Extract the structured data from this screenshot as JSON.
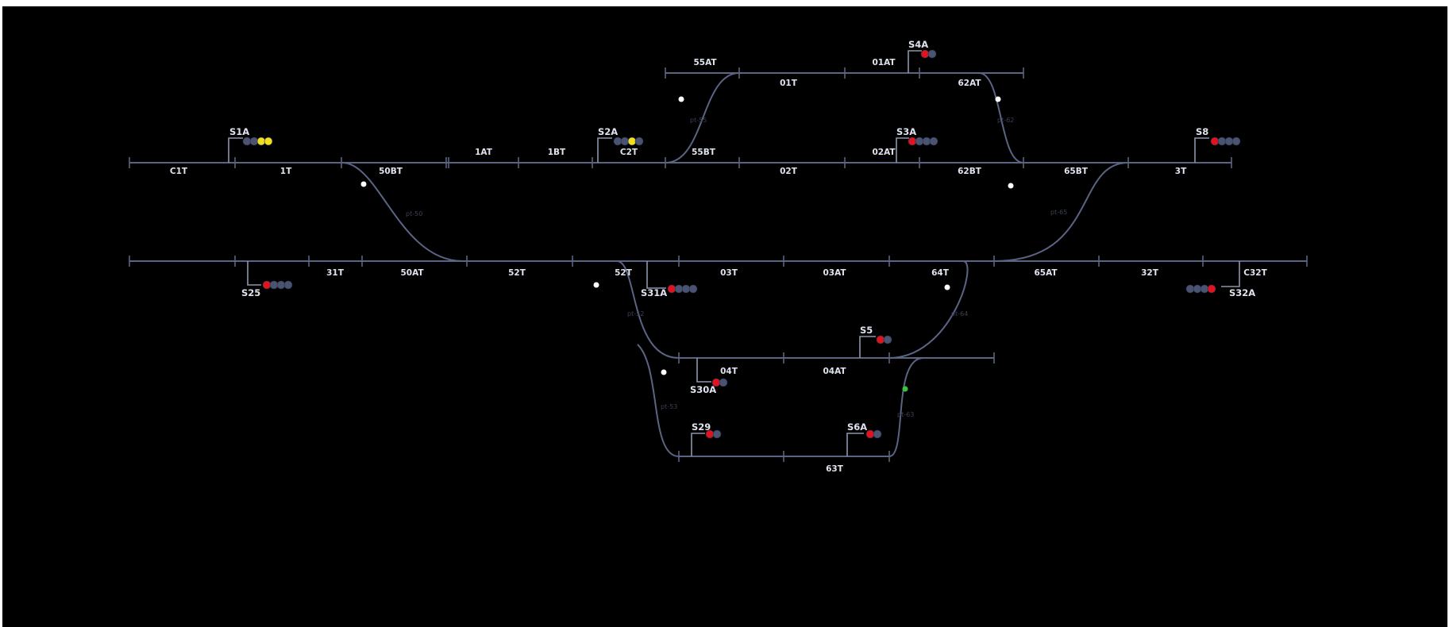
{
  "window": {
    "background": "#000000"
  },
  "colors": {
    "track": "#5a6483",
    "lamp_off": "#4a5372",
    "lamp_red": "#e0141e",
    "lamp_yellow": "#f2e020",
    "indicator_white": "#ffffff",
    "indicator_green": "#3cc23c"
  },
  "sections": [
    {
      "id": "C1T",
      "label": "C1T"
    },
    {
      "id": "1T",
      "label": "1T"
    },
    {
      "id": "50BT",
      "label": "50BT"
    },
    {
      "id": "1AT",
      "label": "1AT"
    },
    {
      "id": "1BT",
      "label": "1BT"
    },
    {
      "id": "C2T",
      "label": "C2T"
    },
    {
      "id": "55BT",
      "label": "55BT"
    },
    {
      "id": "02T",
      "label": "02T"
    },
    {
      "id": "02AT",
      "label": "02AT"
    },
    {
      "id": "62BT",
      "label": "62BT"
    },
    {
      "id": "65BT",
      "label": "65BT"
    },
    {
      "id": "3T",
      "label": "3T"
    },
    {
      "id": "55AT",
      "label": "55AT"
    },
    {
      "id": "01T",
      "label": "01T"
    },
    {
      "id": "01AT",
      "label": "01AT"
    },
    {
      "id": "62AT",
      "label": "62AT"
    },
    {
      "id": "31T",
      "label": "31T"
    },
    {
      "id": "50AT",
      "label": "50AT"
    },
    {
      "id": "52T_a",
      "label": "52T"
    },
    {
      "id": "52T_b",
      "label": "52T"
    },
    {
      "id": "03T",
      "label": "03T"
    },
    {
      "id": "03AT",
      "label": "03AT"
    },
    {
      "id": "64T",
      "label": "64T"
    },
    {
      "id": "65AT",
      "label": "65AT"
    },
    {
      "id": "32T",
      "label": "32T"
    },
    {
      "id": "C32T",
      "label": "C32T"
    },
    {
      "id": "04T",
      "label": "04T"
    },
    {
      "id": "04AT",
      "label": "04AT"
    },
    {
      "id": "63T",
      "label": "63T"
    }
  ],
  "points": [
    {
      "id": "pt50a",
      "label": "pt-50"
    },
    {
      "id": "pt55",
      "label": "pt-55"
    },
    {
      "id": "pt62",
      "label": "pt-62"
    },
    {
      "id": "pt65",
      "label": "pt-65"
    },
    {
      "id": "pt52",
      "label": "pt-52"
    },
    {
      "id": "pt64",
      "label": "pt-64"
    },
    {
      "id": "pt53",
      "label": "pt-53"
    },
    {
      "id": "pt63",
      "label": "pt-63"
    }
  ],
  "signals": [
    {
      "id": "S1A",
      "label": "S1A",
      "lamps": [
        "off",
        "off",
        "yellow",
        "yellow"
      ]
    },
    {
      "id": "S2A",
      "label": "S2A",
      "lamps": [
        "off",
        "off",
        "yellow",
        "off"
      ]
    },
    {
      "id": "S4A",
      "label": "S4A",
      "lamps": [
        "red",
        "off"
      ]
    },
    {
      "id": "S3A",
      "label": "S3A",
      "lamps": [
        "red",
        "off",
        "off",
        "off"
      ]
    },
    {
      "id": "S8",
      "label": "S8",
      "lamps": [
        "red",
        "off",
        "off",
        "off"
      ]
    },
    {
      "id": "S25",
      "label": "S25",
      "lamps": [
        "red",
        "off",
        "off",
        "off"
      ]
    },
    {
      "id": "S31A",
      "label": "S31A",
      "lamps": [
        "red",
        "off",
        "off",
        "off"
      ]
    },
    {
      "id": "S32A",
      "label": "S32A",
      "lamps": [
        "off",
        "off",
        "off",
        "red"
      ]
    },
    {
      "id": "S5",
      "label": "S5",
      "lamps": [
        "red",
        "off"
      ]
    },
    {
      "id": "S30A",
      "label": "S30A",
      "lamps": [
        "red",
        "off"
      ]
    },
    {
      "id": "S29",
      "label": "S29",
      "lamps": [
        "red",
        "off"
      ]
    },
    {
      "id": "S6A",
      "label": "S6A",
      "lamps": [
        "red",
        "off"
      ]
    }
  ],
  "indicators": [
    {
      "id": "ind1",
      "state": "white"
    },
    {
      "id": "ind2",
      "state": "white"
    },
    {
      "id": "ind3",
      "state": "white"
    },
    {
      "id": "ind4",
      "state": "white"
    },
    {
      "id": "ind5",
      "state": "white"
    },
    {
      "id": "ind6",
      "state": "white"
    },
    {
      "id": "ind7",
      "state": "white"
    },
    {
      "id": "ind8",
      "state": "green"
    }
  ]
}
